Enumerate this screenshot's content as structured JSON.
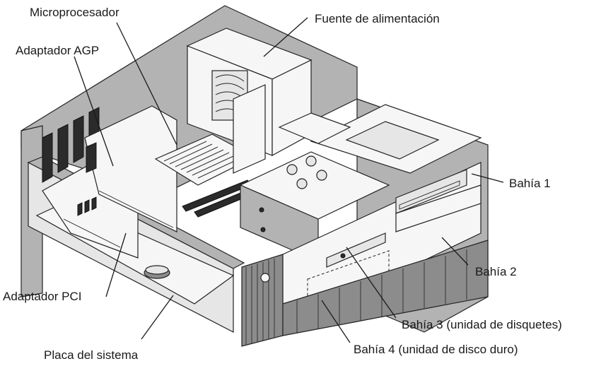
{
  "labels": {
    "microprocessor": "Microprocesador",
    "power_supply": "Fuente de alimentación",
    "agp_adapter": "Adaptador AGP",
    "bay1": "Bahía 1",
    "bay2": "Bahía 2",
    "pci_adapter": "Adaptador PCI",
    "bay3": "Bahía 3 (unidad de disquetes)",
    "bay4": "Bahía 4 (unidad de disco duro)",
    "system_board": "Placa del sistema"
  }
}
